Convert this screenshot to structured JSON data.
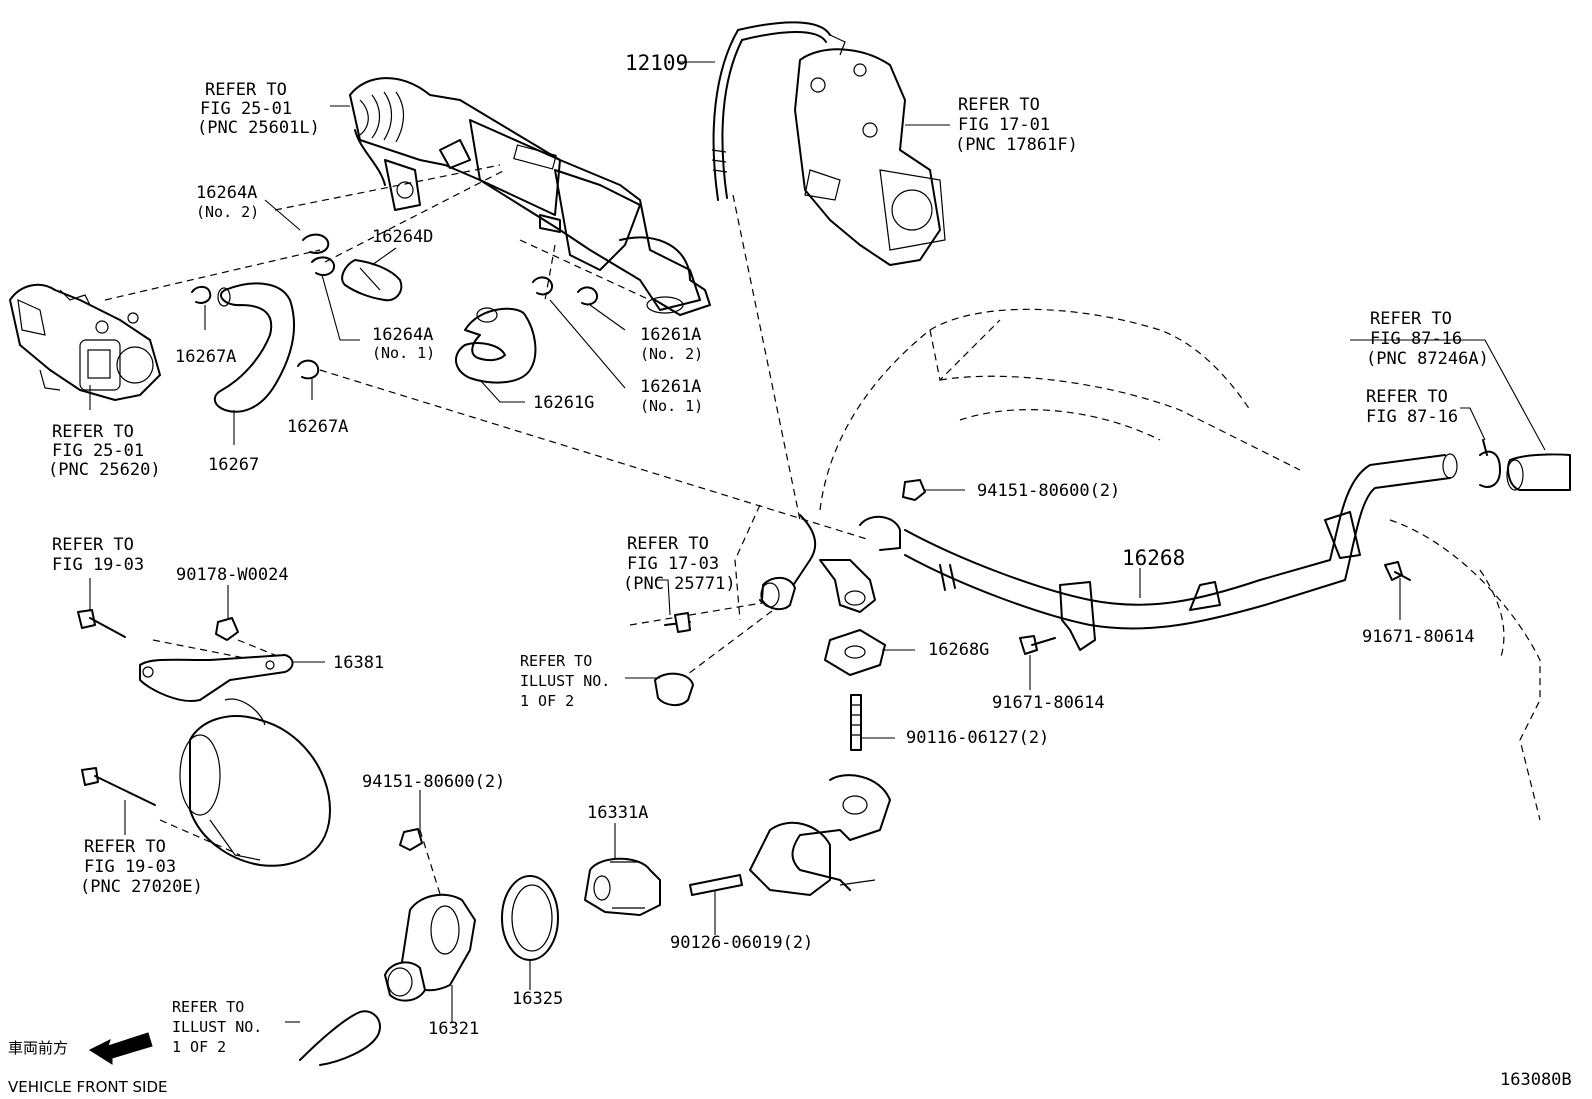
{
  "diagram_id": "163080B",
  "front_side": {
    "japanese": "車両前方",
    "english": "VEHICLE FRONT SIDE"
  },
  "refer_labels": [
    {
      "id": "ref-25601l",
      "lines": [
        "REFER TO",
        "FIG 25-01",
        "(PNC 25601L)"
      ]
    },
    {
      "id": "ref-25620",
      "lines": [
        "REFER TO",
        "FIG 25-01",
        "(PNC 25620)"
      ]
    },
    {
      "id": "ref-17861f",
      "lines": [
        "REFER TO",
        "FIG 17-01",
        "(PNC 17861F)"
      ]
    },
    {
      "id": "ref-87246a",
      "lines": [
        "REFER TO",
        "FIG 87-16",
        "(PNC 87246A)"
      ]
    },
    {
      "id": "ref-87-16",
      "lines": [
        "REFER TO",
        "FIG 87-16"
      ]
    },
    {
      "id": "ref-19-03-a",
      "lines": [
        "REFER TO",
        "FIG 19-03"
      ]
    },
    {
      "id": "ref-27020e",
      "lines": [
        "REFER TO",
        "FIG 19-03",
        "(PNC 27020E)"
      ]
    },
    {
      "id": "ref-25771",
      "lines": [
        "REFER TO",
        "FIG 17-03",
        "(PNC 25771)"
      ]
    },
    {
      "id": "ref-illust-a",
      "lines": [
        "REFER TO",
        "ILLUST NO.",
        "1 OF 2"
      ]
    },
    {
      "id": "ref-illust-b",
      "lines": [
        "REFER TO",
        "ILLUST NO.",
        "1 OF 2"
      ]
    }
  ],
  "parts": [
    {
      "id": "p12109",
      "number": "12109"
    },
    {
      "id": "p16264a2",
      "number": "16264A",
      "note": "(No. 2)"
    },
    {
      "id": "p16264d",
      "number": "16264D"
    },
    {
      "id": "p16264a1",
      "number": "16264A",
      "note": "(No. 1)"
    },
    {
      "id": "p16267a-top",
      "number": "16267A"
    },
    {
      "id": "p16267a-bot",
      "number": "16267A"
    },
    {
      "id": "p16267",
      "number": "16267"
    },
    {
      "id": "p16261a2",
      "number": "16261A",
      "note": "(No. 2)"
    },
    {
      "id": "p16261a1",
      "number": "16261A",
      "note": "(No. 1)"
    },
    {
      "id": "p16261g",
      "number": "16261G"
    },
    {
      "id": "p94151-top",
      "number": "94151-80600(2)"
    },
    {
      "id": "p16268",
      "number": "16268"
    },
    {
      "id": "p91671-right",
      "number": "91671-80614"
    },
    {
      "id": "p91671-mid",
      "number": "91671-80614"
    },
    {
      "id": "p16268g",
      "number": "16268G"
    },
    {
      "id": "p90116",
      "number": "90116-06127(2)"
    },
    {
      "id": "p90178",
      "number": "90178-W0024"
    },
    {
      "id": "p16381",
      "number": "16381"
    },
    {
      "id": "p94151-bot",
      "number": "94151-80600(2)"
    },
    {
      "id": "p16331a",
      "number": "16331A"
    },
    {
      "id": "p90126",
      "number": "90126-06019(2)"
    },
    {
      "id": "p16325",
      "number": "16325"
    },
    {
      "id": "p16321",
      "number": "16321"
    }
  ]
}
